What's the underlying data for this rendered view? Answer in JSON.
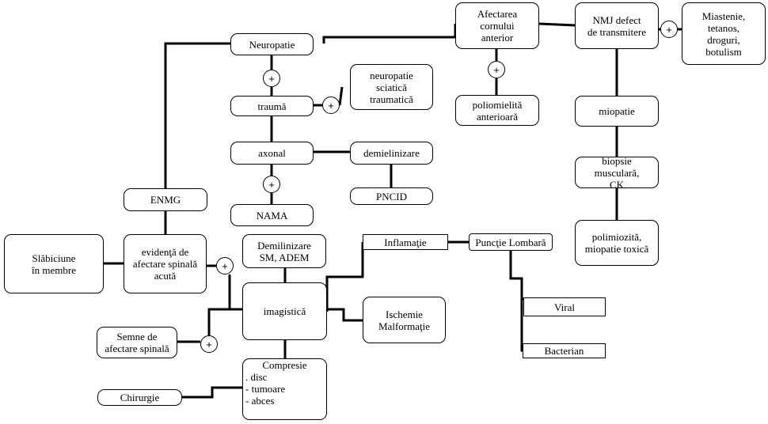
{
  "nodes": {
    "neuropatie": "Neuropatie",
    "trauma": "traumă",
    "neuropatie_sciatica": "neuropatie\nsciatică\ntraumatică",
    "axonal": "axonal",
    "demielinizare": "demielinizare",
    "nama": "NAMA",
    "pncid": "PNCID",
    "afectarea_cornului": "Afectarea\ncornului\nanterior",
    "poliomielita": "poliomielită\nanterioară",
    "nmj_defect": "NMJ defect\nde transmitere",
    "miastenie": "Miastenie,\ntetanos,\ndroguri,\nbotulism",
    "miopatie": "miopatie",
    "biopsie": "biopsie\nmusculară,\nCK",
    "polimiozita": "polimiozită,\nmiopatie toxică",
    "enmg": "ENMG",
    "slabiciune": "Slăbiciune\nîn membre",
    "evidenta": "evidenţă de\nafectare spinală\nacută",
    "semne": "Semne de\nafectare spinală",
    "demilinizare_sm": "Demilinizare\nSM, ADEM",
    "imagistica": "imagistică",
    "inflamatie": "Inflamaţie",
    "punctie": "Puncţie Lombară",
    "viral": "Viral",
    "bacterian": "Bacterian",
    "ischemie": "Ischemie\nMalformaţie",
    "compresie_title": "Compresie",
    "compresie_items": [
      ". disc",
      "- tumoare",
      "- abces"
    ],
    "chirurgie": "Chirurgie"
  },
  "plus_symbol": "+"
}
